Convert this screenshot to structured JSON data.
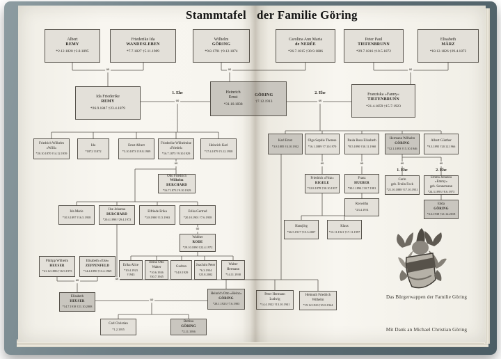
{
  "title": {
    "left": "Stammtafel",
    "right": "der Familie Göring"
  },
  "labels": {
    "first_marriage": "1. Ehe",
    "second_marriage": "2. Ehe"
  },
  "symbols": {
    "marriage": "∞"
  },
  "captions": {
    "crest": "Das Bürgerwappen der Familie Göring",
    "thanks": "Mit Dank an Michael Christian Göring"
  },
  "colors": {
    "cover": "#64757c",
    "page": "#f6f4ee",
    "box": "#e3e0d9",
    "box_emphasis": "#c9c6bf",
    "line": "#57534c"
  },
  "persons": {
    "albert_remy": {
      "given": "Albert",
      "surname": "REMY",
      "dates": "*2.12.1820 †2.8.1895"
    },
    "friederike_wandesleben": {
      "given": "Friederike Ida",
      "surname": "WANDESLEBEN",
      "dates": "*7.7.1827 †5.11.1909"
    },
    "wilhelm_goering": {
      "given": "Wilhelm",
      "surname": "GÖRING",
      "dates": "*9.8.1791 †9.12.1874"
    },
    "carolina_de_neree": {
      "given": "Carolina Ann Maria",
      "surname": "de NERÉE",
      "dates": "*26.7.1815 †30.9.1886"
    },
    "peter_tiefenbrunn": {
      "given": "Peter Paul",
      "surname": "TIEFENBRUNN",
      "dates": "*29.7.1816 †10.5.1872"
    },
    "elisabeth_maerz": {
      "given": "Elisabeth",
      "surname": "MÄRZ",
      "dates": "*18.12.1826 †29.4.1872"
    },
    "ida_remy": {
      "given": "Ida Friederike",
      "surname": "REMY",
      "dates": "*26.9.1847 †23.4.1879"
    },
    "heinrich_ernst_goering": {
      "given": "Heinrich\nErnst",
      "surname": "GÖRING",
      "birth": "*31.10.1838",
      "death": "†7.12.1913"
    },
    "franziska_tiefenbrunn": {
      "given": "Franziska »Fanny«",
      "surname": "TIEFENBRUNN",
      "dates": "*21.4.1859 †15.7.1923"
    },
    "friedrich_willi": {
      "given": "Friedrich Wilhelm\n»Willi«",
      "dates": "*20.10.1870 †14.12.1939"
    },
    "ida": {
      "given": "Ida",
      "dates": "*1872 †1872"
    },
    "ernst_albert": {
      "given": "Ernst Albert",
      "dates": "*3.10.1873 †19.8.1909"
    },
    "friedel": {
      "given": "Friederike Wilhelmine\n»Friedel«",
      "dates": "*16.7.1875 †9.10.1929"
    },
    "heinrich_karl": {
      "given": "Heinrich Karl",
      "dates": "*17.4.1879 †5.12.1958"
    },
    "karl_ernst": {
      "given": "Karl Ernst",
      "dates": "*3.8.1885 †4.10.1932"
    },
    "olga": {
      "given": "Olga Sophie Therese",
      "dates": "*16.1.1889 †7.10.1970"
    },
    "paula": {
      "given": "Paula Rosa Elisabeth",
      "dates": "*8.5.1890 †30.11.1960"
    },
    "hermann": {
      "given": "Hermann Wilhelm",
      "surname": "GÖRING",
      "dates": "*12.1.1893 †15.10.1946"
    },
    "albert_guenther": {
      "given": "Albert Günther",
      "dates": "*9.3.1895 †20.12.1966"
    },
    "otto_burchard": {
      "given": "Otto Friedrich",
      "surname": "Wilhelm BURCHARD",
      "dates": "*16.7.1873 †9.10.1929"
    },
    "rigele": {
      "given": "Friedrich »Fritz«",
      "surname": "RIGELE",
      "dates": "*12.8.1878 †30.10.1937"
    },
    "hueber": {
      "given": "Franz",
      "surname": "HUEBER",
      "dates": "*30.1.1894 †10.7.1981"
    },
    "carin": {
      "given": "Carin\ngeb. Freiin Fock",
      "dates": "*21.10.1888 †17.10.1931"
    },
    "emmy": {
      "given": "Emma Johanna »Emmy«\ngeb. Sonnemann",
      "dates": "*24.3.1893 †8.6.1973"
    },
    "ida_marie": {
      "given": "Ida Marie",
      "dates": "*10.3.1897 †16.5.1958"
    },
    "ilse_burchard": {
      "given": "Ilse Johanna",
      "surname": "BURCHARD",
      "dates": "*20.4.1898 †29.4.1972"
    },
    "elfriede": {
      "given": "Elfriede Erika",
      "dates": "*3.8.1900 †1.5.1963"
    },
    "erika_gertrud": {
      "given": "Erika Gertrud",
      "dates": "*20.10.1901 †7.6.1958"
    },
    "roswitha": {
      "given": "Roswitha",
      "dates": "*23.4.1931"
    },
    "edda": {
      "given": "Edda",
      "surname": "GÖRING",
      "dates": "*2.6.1938 †21.12.2018"
    },
    "hansjoerg": {
      "given": "Hansjörg",
      "dates": "*26.5.1917 †15.3.2007"
    },
    "klaus": {
      "given": "Klaus",
      "dates": "*13.11.1921 †17.11.1997"
    },
    "walther_rode": {
      "given": "Walther",
      "surname": "RODE",
      "dates": "*29.10.1890 †22.4.1972"
    },
    "philipp_heuser": {
      "given": "Philipp Wilhelm",
      "surname": "HEUSER",
      "dates": "*21.12.1886 †16.9.1975"
    },
    "else_zeppenfeld": {
      "given": "Elisabeth »Else«",
      "surname": "ZEPPENFELD",
      "dates": "*14.4.1890 †13.2.1969"
    },
    "erika_alice": {
      "given": "Erika Alice",
      "dates": "*10.4.1923 †1943"
    },
    "heinz_otto_walter": {
      "given": "Heinz Otto\nWalter",
      "dates": "*10.6.1926 †30.7.1945"
    },
    "gudrun": {
      "given": "Gudrun",
      "dates": "*14.8.1929"
    },
    "joachim_peter": {
      "given": "Joachim Peter",
      "dates": "*6.3.1934 †25.8.2002"
    },
    "walter_hermann": {
      "given": "Walter\nHermann",
      "dates": "*14.11.1938"
    },
    "elisabeth_heuser": {
      "given": "Elisabeth",
      "surname": "HEUSER",
      "dates": "*14.7.1918 †21.10.2008"
    },
    "heinz_goering": {
      "given": "Heinrich Otto »Heinz«",
      "surname": "GÖRING",
      "dates": "*28.1.1923 †7.6.1983"
    },
    "peter_hermann": {
      "given": "Peter Hermann\nLudwig",
      "dates": "*14.4.1922 †13.10.1941"
    },
    "helmuth": {
      "given": "Helmuth Friedrich\nWilhelm",
      "dates": "*19.12.1923 †25.8.1944"
    },
    "carl_christian": {
      "given": "Carl Christian",
      "dates": "*1.2.1955"
    },
    "bettina": {
      "given": "Bettina",
      "surname": "GÖRING",
      "dates": "*2.11.1956"
    }
  }
}
